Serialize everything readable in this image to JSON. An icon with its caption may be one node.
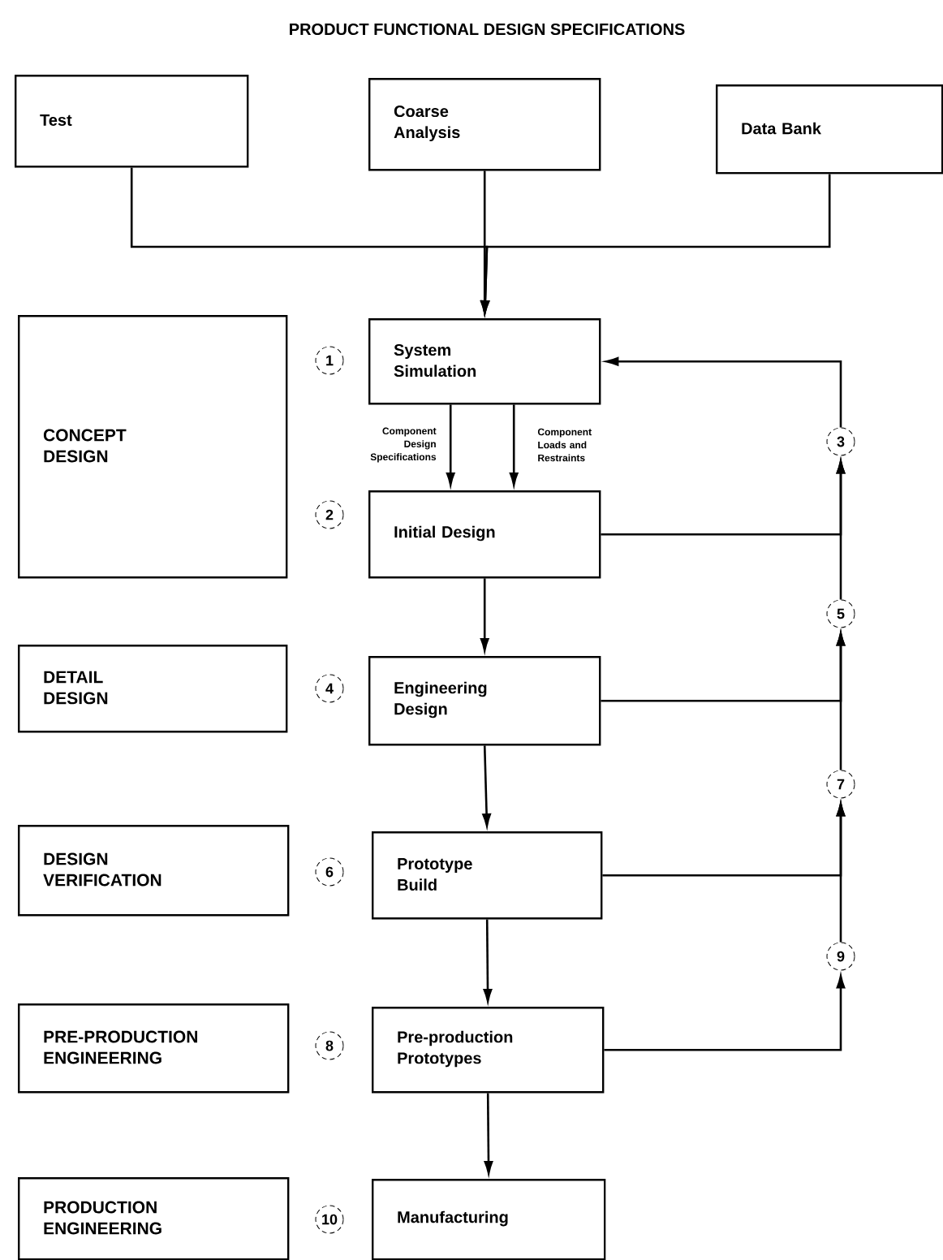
{
  "diagram": {
    "title": "PRODUCT FUNCTIONAL DESIGN SPECIFICATIONS",
    "nodes": [
      {
        "text": [
          "Test"
        ]
      },
      {
        "text": [
          "Coarse Analysis"
        ]
      },
      {
        "text": [
          "Data Bank"
        ]
      },
      {
        "text": [
          "CONCEPT DESIGN"
        ]
      },
      {
        "text": [
          "1"
        ]
      },
      {
        "text": [
          "System Simulation"
        ]
      },
      {
        "text": [
          "3"
        ]
      },
      {
        "text": [
          "2"
        ]
      },
      {
        "text": [
          "Initial Design"
        ]
      },
      {
        "text": [
          "5"
        ]
      },
      {
        "text": [
          "DETAIL DESIGN"
        ]
      },
      {
        "text": [
          "4"
        ]
      },
      {
        "text": [
          "Engineering Design"
        ]
      },
      {
        "text": [
          "7"
        ]
      },
      {
        "text": [
          "DESIGN VERIFICATION"
        ]
      },
      {
        "text": [
          "6"
        ]
      },
      {
        "text": [
          "Prototype Build"
        ]
      },
      {
        "text": [
          "9"
        ]
      },
      {
        "text": [
          "PRE-PRODUCTION ENGINEERING"
        ]
      },
      {
        "text": [
          "8"
        ]
      },
      {
        "text": [
          "Pre-production Prototypes"
        ]
      },
      {
        "text": [
          "PRODUCTION ENGINEERING"
        ]
      },
      {
        "text": [
          "10"
        ]
      },
      {
        "text": [
          "Manufacturing"
        ]
      }
    ],
    "edges": [
      {
        "from": 0,
        "to": 5,
        "arrow": "to"
      },
      {
        "from": 1,
        "to": 5,
        "arrow": "to"
      },
      {
        "from": 2,
        "to": 5,
        "arrow": "to"
      },
      {
        "from": 5,
        "to": 8,
        "arrow": "to",
        "label": "Component Design Specifications"
      },
      {
        "from": 5,
        "to": 8,
        "arrow": "to",
        "label": "Component Loads and Restraints"
      },
      {
        "from": 8,
        "to": 6,
        "arrow": "to"
      },
      {
        "from": 9,
        "to": 6,
        "arrow": "to"
      },
      {
        "from": 6,
        "to": 5,
        "arrow": "to"
      },
      {
        "from": 12,
        "to": 9,
        "arrow": "to"
      },
      {
        "from": 13,
        "to": 9,
        "arrow": "to"
      },
      {
        "from": 8,
        "to": 12,
        "arrow": "to"
      },
      {
        "from": 12,
        "to": 16,
        "arrow": "to"
      },
      {
        "from": 16,
        "to": 13,
        "arrow": "to"
      },
      {
        "from": 17,
        "to": 13,
        "arrow": "to"
      },
      {
        "from": 16,
        "to": 20,
        "arrow": "to"
      },
      {
        "from": 20,
        "to": 17,
        "arrow": "to"
      },
      {
        "from": 20,
        "to": 23,
        "arrow": "to"
      }
    ]
  }
}
